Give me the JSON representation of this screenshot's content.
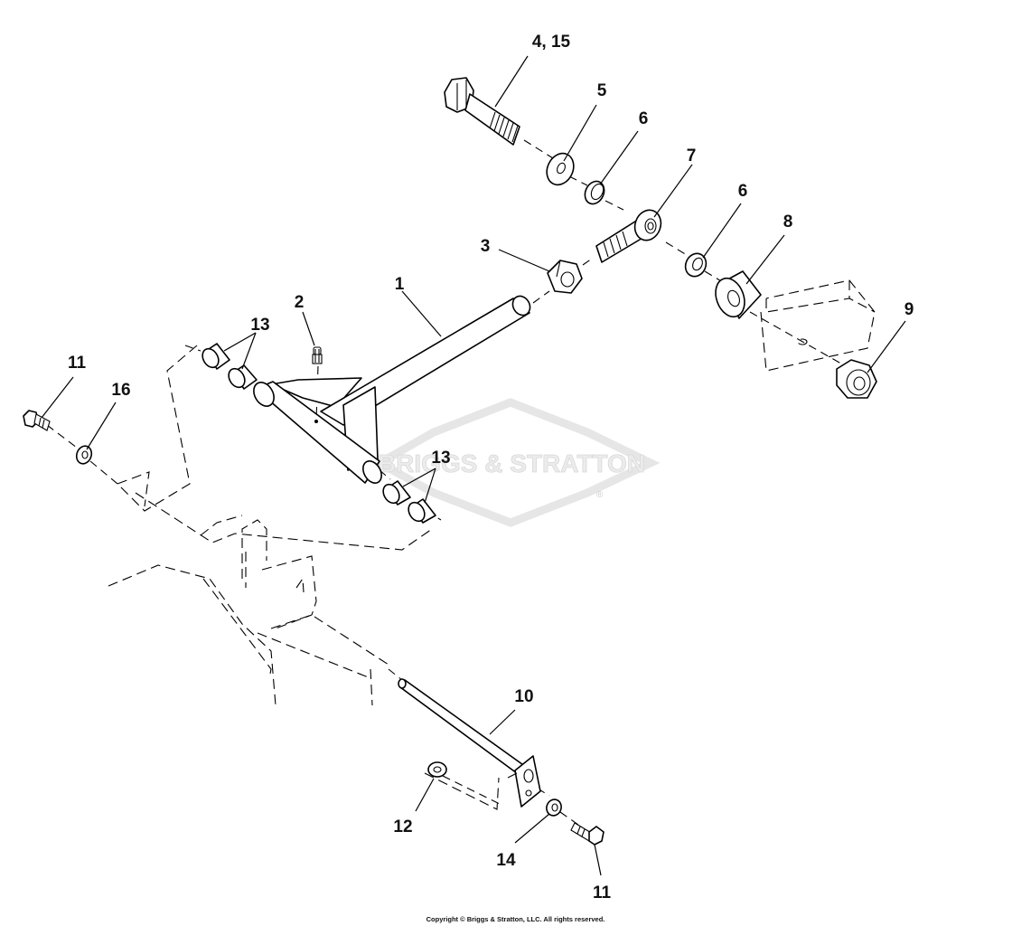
{
  "watermark": {
    "text": "BRIGGS & STRATTON",
    "mark": "®"
  },
  "callouts": {
    "c1": "1",
    "c2": "2",
    "c3": "3",
    "c4_15": "4, 15",
    "c5": "5",
    "c6a": "6",
    "c6b": "6",
    "c7": "7",
    "c8": "8",
    "c9": "9",
    "c10": "10",
    "c11a": "11",
    "c11b": "11",
    "c12": "12",
    "c13a": "13",
    "c13b": "13",
    "c14": "14",
    "c16": "16"
  },
  "copyright": "Copyright © Briggs & Stratton, LLC. All rights reserved."
}
